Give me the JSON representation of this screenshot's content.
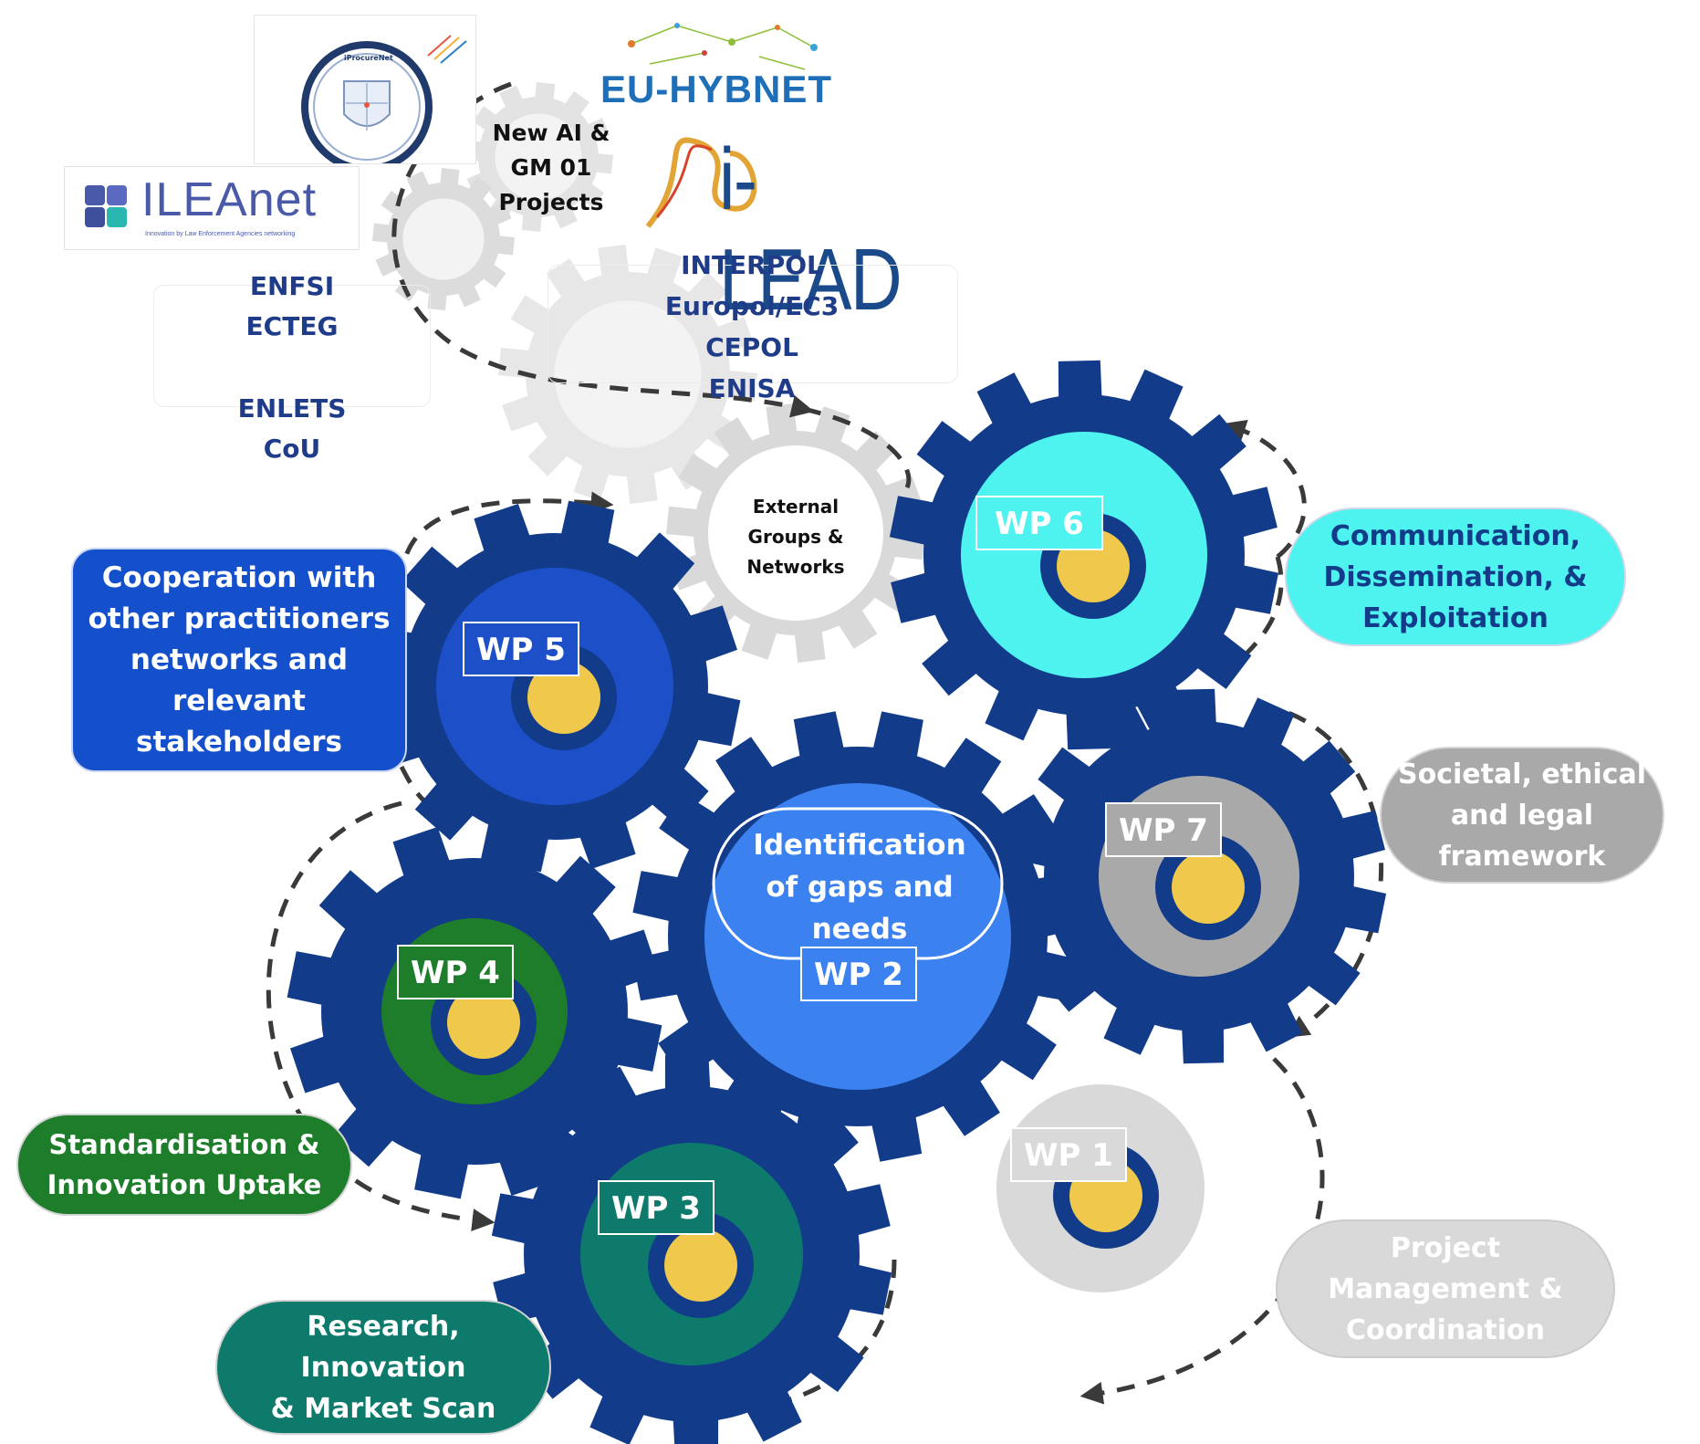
{
  "colors": {
    "gear_dark": "#123c8a",
    "hub_yellow": "#f0c84b",
    "wp6_inner": "#4ef2ee",
    "wp5_inner": "#1d4fc8",
    "wp7_inner": "#a9a9a9",
    "wp4_inner": "#1d7d2a",
    "wp3_inner": "#0d7a6c",
    "wp2_inner": "#3b82f0",
    "grey_gear": "#d9d9d9",
    "text_navy": "#1f3c88"
  },
  "logos": {
    "iprocurenet": "iProcureNet",
    "ileanet": "ILEAnet",
    "ileanet_tagline": "Innovation by Law Enforcement Agencies networking",
    "euhybnet": "EU-HYBNET",
    "ilead": "i-LEAD"
  },
  "external": {
    "small_gear_text": [
      "New AI &",
      "GM 01",
      "Projects"
    ],
    "center_gear_text": [
      "External",
      "Groups &",
      "Networks"
    ],
    "left_orgs": [
      "ENFSI",
      "ECTEG",
      "ENLETS",
      "CoU"
    ],
    "right_orgs": [
      "INTERPOL",
      "Europol/EC3",
      "CEPOL",
      "ENISA"
    ]
  },
  "work_packages": {
    "wp1": "WP 1",
    "wp2": "WP 2",
    "wp3": "WP 3",
    "wp4": "WP 4",
    "wp5": "WP 5",
    "wp6": "WP 6",
    "wp7": "WP 7",
    "wp2_desc": [
      "Identification",
      "of gaps and",
      "needs"
    ]
  },
  "descriptions": {
    "wp5": [
      "Cooperation with",
      "other practitioners",
      "networks and",
      "relevant",
      "stakeholders"
    ],
    "wp6": [
      "Communication,",
      "Dissemination, &",
      "Exploitation"
    ],
    "wp7": [
      "Societal, ethical",
      "and legal",
      "framework"
    ],
    "wp4": [
      "Standardisation &",
      "Innovation Uptake"
    ],
    "wp3": [
      "Research,",
      "Innovation",
      "& Market Scan"
    ],
    "wp1": [
      "Project",
      "Management &",
      "Coordination"
    ]
  }
}
